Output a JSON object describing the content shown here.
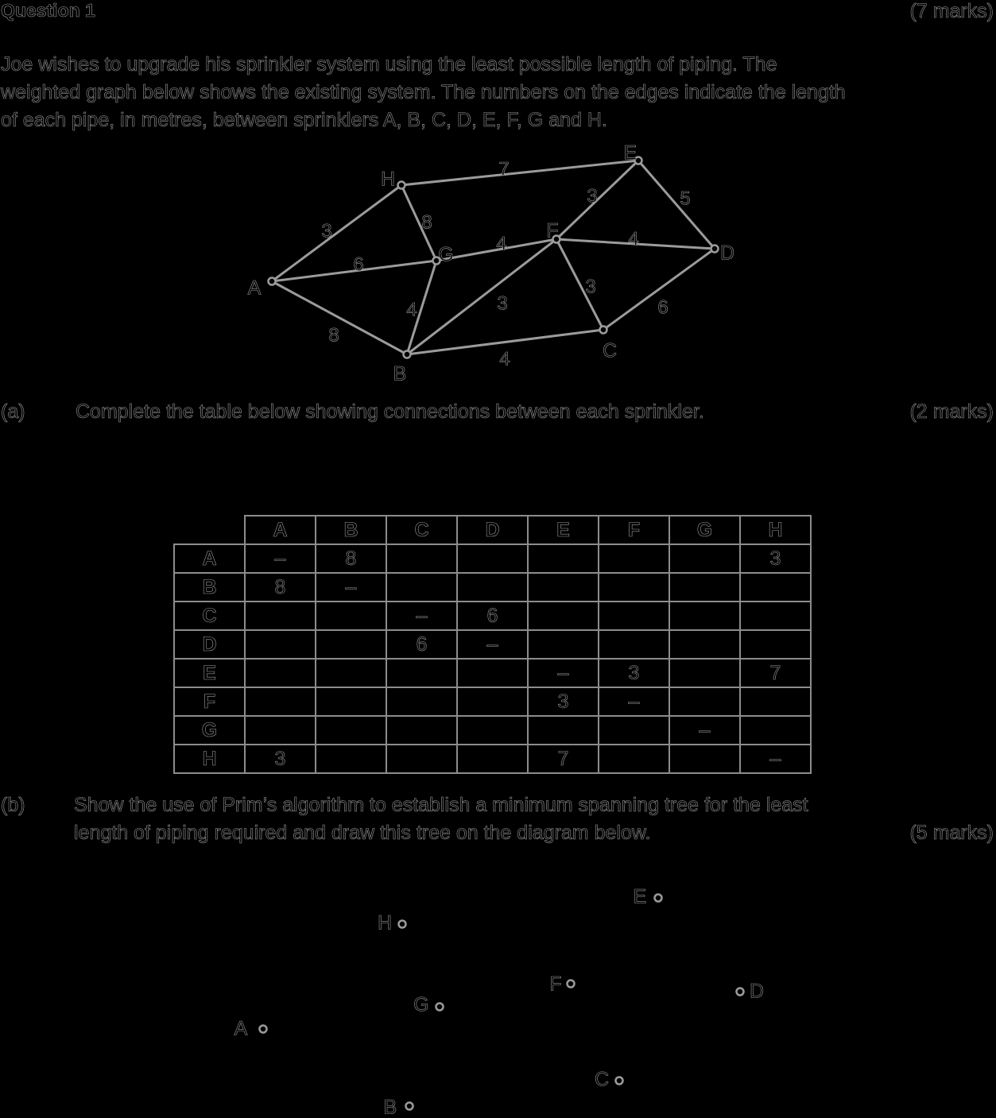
{
  "question": {
    "title": "Question 1",
    "marks": "(7 marks)",
    "intro_lines": [
      "Joe wishes to upgrade his sprinkler system using the least possible length of piping. The",
      "weighted graph below shows the existing system. The numbers on the edges indicate the length",
      "of each pipe, in metres, between sprinklers A, B, C, D, E, F, G and H."
    ]
  },
  "graph": {
    "vertices": [
      "A",
      "B",
      "C",
      "D",
      "E",
      "F",
      "G",
      "H"
    ],
    "edges": [
      {
        "from": "H",
        "to": "E",
        "weight": "7"
      },
      {
        "from": "A",
        "to": "H",
        "weight": "3"
      },
      {
        "from": "H",
        "to": "G",
        "weight": "8"
      },
      {
        "from": "A",
        "to": "G",
        "weight": "6"
      },
      {
        "from": "G",
        "to": "F",
        "weight": "4"
      },
      {
        "from": "F",
        "to": "E",
        "weight": "3"
      },
      {
        "from": "E",
        "to": "D",
        "weight": "5"
      },
      {
        "from": "F",
        "to": "D",
        "weight": "4"
      },
      {
        "from": "F",
        "to": "C",
        "weight": "3"
      },
      {
        "from": "D",
        "to": "C",
        "weight": "6"
      },
      {
        "from": "A",
        "to": "B",
        "weight": "8"
      },
      {
        "from": "G",
        "to": "B",
        "weight": "4"
      },
      {
        "from": "B",
        "to": "F",
        "weight": "3"
      },
      {
        "from": "B",
        "to": "C",
        "weight": "4"
      }
    ]
  },
  "part_a": {
    "label": "(a)",
    "text": "Complete the table below showing connections between each sprinkler.",
    "marks": "(2 marks)"
  },
  "table": {
    "headers": [
      "A",
      "B",
      "C",
      "D",
      "E",
      "F",
      "G",
      "H"
    ],
    "rows": [
      {
        "label": "A",
        "cells": [
          "–",
          "8",
          "",
          "",
          "",
          "",
          "",
          "3"
        ]
      },
      {
        "label": "B",
        "cells": [
          "8",
          "–",
          "",
          "",
          "",
          "",
          "",
          ""
        ]
      },
      {
        "label": "C",
        "cells": [
          "",
          "",
          "–",
          "6",
          "",
          "",
          "",
          ""
        ]
      },
      {
        "label": "D",
        "cells": [
          "",
          "",
          "6",
          "–",
          "",
          "",
          "",
          ""
        ]
      },
      {
        "label": "E",
        "cells": [
          "",
          "",
          "",
          "",
          "–",
          "3",
          "",
          "7"
        ]
      },
      {
        "label": "F",
        "cells": [
          "",
          "",
          "",
          "",
          "3",
          "–",
          "",
          ""
        ]
      },
      {
        "label": "G",
        "cells": [
          "",
          "",
          "",
          "",
          "",
          "",
          "–",
          ""
        ]
      },
      {
        "label": "H",
        "cells": [
          "3",
          "",
          "",
          "",
          "7",
          "",
          "",
          "–"
        ]
      }
    ]
  },
  "part_b": {
    "label": "(b)",
    "line1": "Show the use of Prim’s algorithm to establish a minimum spanning tree for the least",
    "line2": "length of piping required and draw this tree on the diagram below.",
    "marks": "(5 marks)"
  },
  "blank_diagram": {
    "points": [
      "E",
      "H",
      "F",
      "D",
      "G",
      "A",
      "C",
      "B"
    ]
  }
}
